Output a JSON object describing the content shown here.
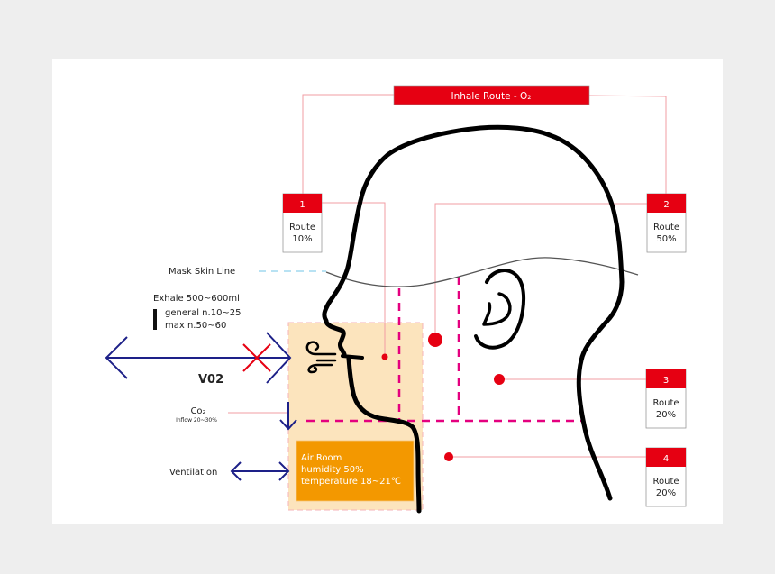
{
  "title": "Inhale Route - O₂",
  "routes": [
    {
      "number": "1",
      "label": "Route",
      "value": "10%"
    },
    {
      "number": "2",
      "label": "Route",
      "value": "50%"
    },
    {
      "number": "3",
      "label": "Route",
      "value": "20%"
    },
    {
      "number": "4",
      "label": "Route",
      "value": "20%"
    }
  ],
  "mask_skin_line": "Mask Skin Line",
  "exhale": {
    "title": "Exhale 500~600ml",
    "general": "general n.10~25",
    "max": "max n.50~60"
  },
  "vo2_label": "V02",
  "co2": {
    "label": "Co₂",
    "inflow": "Inflow 20~30%"
  },
  "ventilation_label": "Ventilation",
  "air_room": {
    "title": "Air Room",
    "humidity": "humidity 50%",
    "temperature": "temperature 18~21℃"
  },
  "colors": {
    "red": "#e60012",
    "pink_line": "#f29ca3",
    "magenta_dash": "#e4007f",
    "navy": "#1d2088",
    "beige": "#fce4bd",
    "orange": "#f39800",
    "mask_blue": "#a0d8ef"
  }
}
